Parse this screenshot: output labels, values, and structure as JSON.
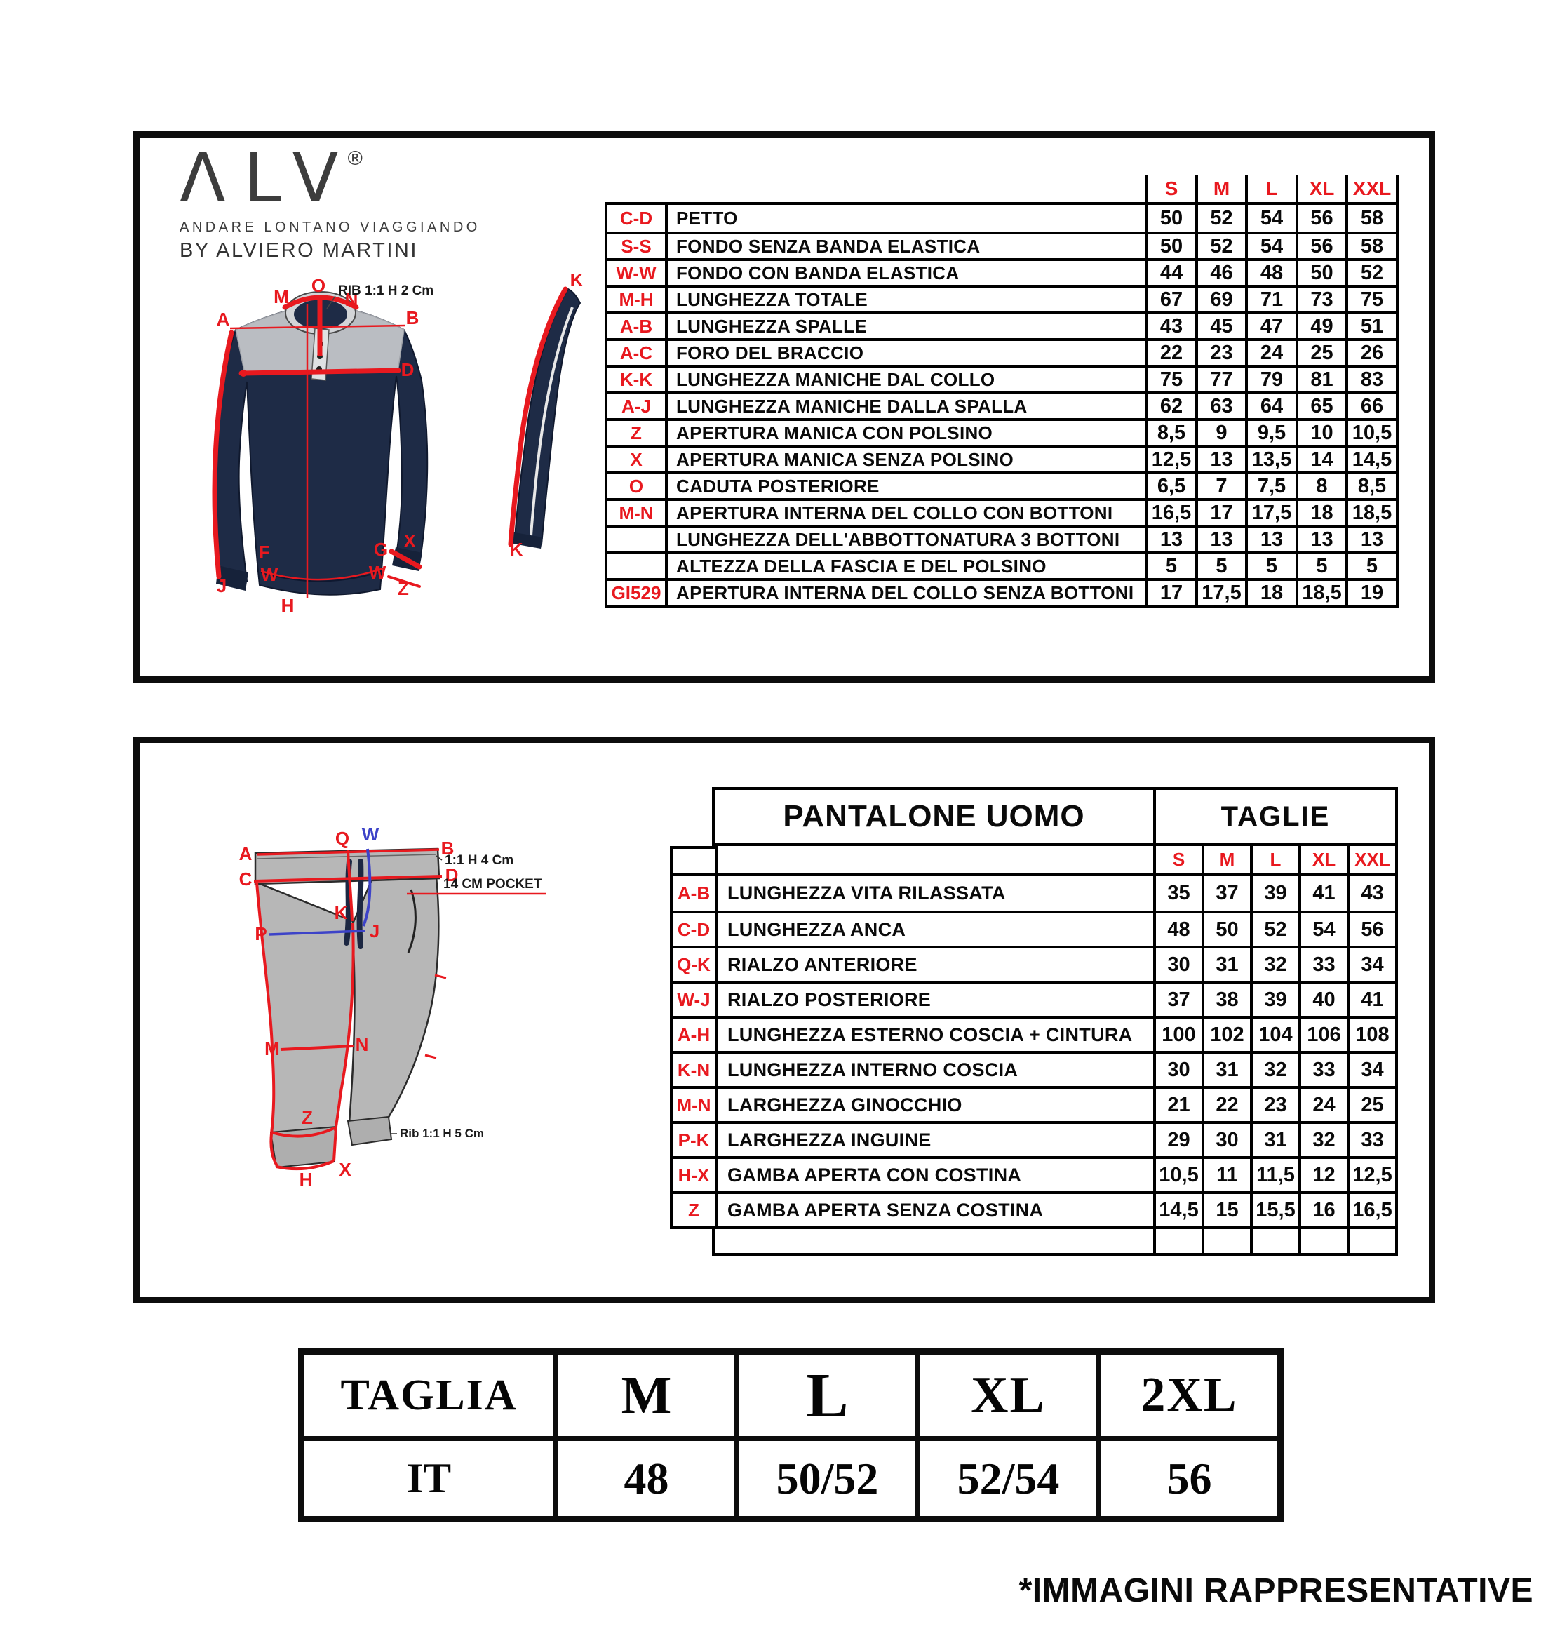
{
  "brand": {
    "logo_text": "ΛLV",
    "registered_mark": "®",
    "tagline_1": "ANDARE LONTANO VIAGGIANDO",
    "tagline_2": "BY ALVIERO MARTINI"
  },
  "colors": {
    "accent_red": "#e8191f",
    "diagram_blue": "#3d43c8",
    "garment_navy": "#1e2b46",
    "garment_gray": "#b7b7b7"
  },
  "sweater_chart": {
    "size_headers": [
      "S",
      "M",
      "L",
      "XL",
      "XXL"
    ],
    "rows": [
      {
        "code": "C-D",
        "label": "PETTO",
        "values": [
          "50",
          "52",
          "54",
          "56",
          "58"
        ]
      },
      {
        "code": "S-S",
        "label": "FONDO SENZA BANDA ELASTICA",
        "values": [
          "50",
          "52",
          "54",
          "56",
          "58"
        ]
      },
      {
        "code": "W-W",
        "label": "FONDO CON BANDA ELASTICA",
        "values": [
          "44",
          "46",
          "48",
          "50",
          "52"
        ]
      },
      {
        "code": "M-H",
        "label": "LUNGHEZZA TOTALE",
        "values": [
          "67",
          "69",
          "71",
          "73",
          "75"
        ]
      },
      {
        "code": "A-B",
        "label": "LUNGHEZZA SPALLE",
        "values": [
          "43",
          "45",
          "47",
          "49",
          "51"
        ]
      },
      {
        "code": "A-C",
        "label": "FORO DEL BRACCIO",
        "values": [
          "22",
          "23",
          "24",
          "25",
          "26"
        ]
      },
      {
        "code": "K-K",
        "label": "LUNGHEZZA MANICHE DAL COLLO",
        "values": [
          "75",
          "77",
          "79",
          "81",
          "83"
        ]
      },
      {
        "code": "A-J",
        "label": "LUNGHEZZA MANICHE DALLA SPALLA",
        "values": [
          "62",
          "63",
          "64",
          "65",
          "66"
        ]
      },
      {
        "code": "Z",
        "label": "APERTURA MANICA CON POLSINO",
        "values": [
          "8,5",
          "9",
          "9,5",
          "10",
          "10,5"
        ]
      },
      {
        "code": "X",
        "label": "APERTURA MANICA SENZA POLSINO",
        "values": [
          "12,5",
          "13",
          "13,5",
          "14",
          "14,5"
        ]
      },
      {
        "code": "O",
        "label": "CADUTA POSTERIORE",
        "values": [
          "6,5",
          "7",
          "7,5",
          "8",
          "8,5"
        ]
      },
      {
        "code": "M-N",
        "label": "APERTURA INTERNA DEL COLLO CON BOTTONI",
        "values": [
          "16,5",
          "17",
          "17,5",
          "18",
          "18,5"
        ]
      },
      {
        "code": "",
        "label": "LUNGHEZZA DELL'ABBOTTONATURA 3 BOTTONI",
        "values": [
          "13",
          "13",
          "13",
          "13",
          "13"
        ]
      },
      {
        "code": "",
        "label": "ALTEZZA DELLA FASCIA E DEL POLSINO",
        "values": [
          "5",
          "5",
          "5",
          "5",
          "5"
        ]
      },
      {
        "code": "GI529",
        "label": "APERTURA INTERNA DEL COLLO SENZA BOTTONI",
        "values": [
          "17",
          "17,5",
          "18",
          "18,5",
          "19"
        ]
      }
    ]
  },
  "pants_chart": {
    "title": "PANTALONE UOMO",
    "sizes_title": "TAGLIE",
    "size_headers": [
      "S",
      "M",
      "L",
      "XL",
      "XXL"
    ],
    "rows": [
      {
        "code": "A-B",
        "label": "LUNGHEZZA VITA RILASSATA",
        "values": [
          "35",
          "37",
          "39",
          "41",
          "43"
        ]
      },
      {
        "code": "C-D",
        "label": "LUNGHEZZA ANCA",
        "values": [
          "48",
          "50",
          "52",
          "54",
          "56"
        ]
      },
      {
        "code": "Q-K",
        "label": "RIALZO ANTERIORE",
        "values": [
          "30",
          "31",
          "32",
          "33",
          "34"
        ]
      },
      {
        "code": "W-J",
        "label": "RIALZO POSTERIORE",
        "values": [
          "37",
          "38",
          "39",
          "40",
          "41"
        ]
      },
      {
        "code": "A-H",
        "label": "LUNGHEZZA ESTERNO COSCIA + CINTURA",
        "values": [
          "100",
          "102",
          "104",
          "106",
          "108"
        ]
      },
      {
        "code": "K-N",
        "label": "LUNGHEZZA INTERNO COSCIA",
        "values": [
          "30",
          "31",
          "32",
          "33",
          "34"
        ]
      },
      {
        "code": "M-N",
        "label": "LARGHEZZA GINOCCHIO",
        "values": [
          "21",
          "22",
          "23",
          "24",
          "25"
        ]
      },
      {
        "code": "P-K",
        "label": "LARGHEZZA INGUINE",
        "values": [
          "29",
          "30",
          "31",
          "32",
          "33"
        ]
      },
      {
        "code": "H-X",
        "label": "GAMBA APERTA CON COSTINA",
        "values": [
          "10,5",
          "11",
          "11,5",
          "12",
          "12,5"
        ]
      },
      {
        "code": "Z",
        "label": "GAMBA APERTA SENZA COSTINA",
        "values": [
          "14,5",
          "15",
          "15,5",
          "16",
          "16,5"
        ]
      }
    ]
  },
  "conversion_chart": {
    "header": [
      "TAGLIA",
      "M",
      "L",
      "XL",
      "2XL"
    ],
    "row": [
      "IT",
      "48",
      "50/52",
      "52/54",
      "56"
    ]
  },
  "sweater_diagram": {
    "rib_note": "RIB 1:1 H 2 Cm",
    "labels": {
      "m": "M",
      "o": "O",
      "n": "N",
      "a": "A",
      "b": "B",
      "d": "D",
      "f": "F",
      "g": "G",
      "x": "X",
      "w_left": "W",
      "w_right": "W",
      "z": "Z",
      "h": "H",
      "j": "J",
      "k_top": "K",
      "k_bottom": "K"
    }
  },
  "pants_diagram": {
    "waistband_note": "1:1 H 4 Cm",
    "pocket_note": "14 CM  POCKET",
    "cuff_note": "Rib 1:1 H 5 Cm",
    "labels": {
      "a": "A",
      "b": "B",
      "c": "C",
      "d": "D",
      "q": "Q",
      "w": "W",
      "k": "K",
      "j": "J",
      "p": "P",
      "m": "M",
      "n": "N",
      "z": "Z",
      "h": "H",
      "x": "X"
    }
  },
  "footer_note": "*IMMAGINI RAPPRESENTATIVE"
}
